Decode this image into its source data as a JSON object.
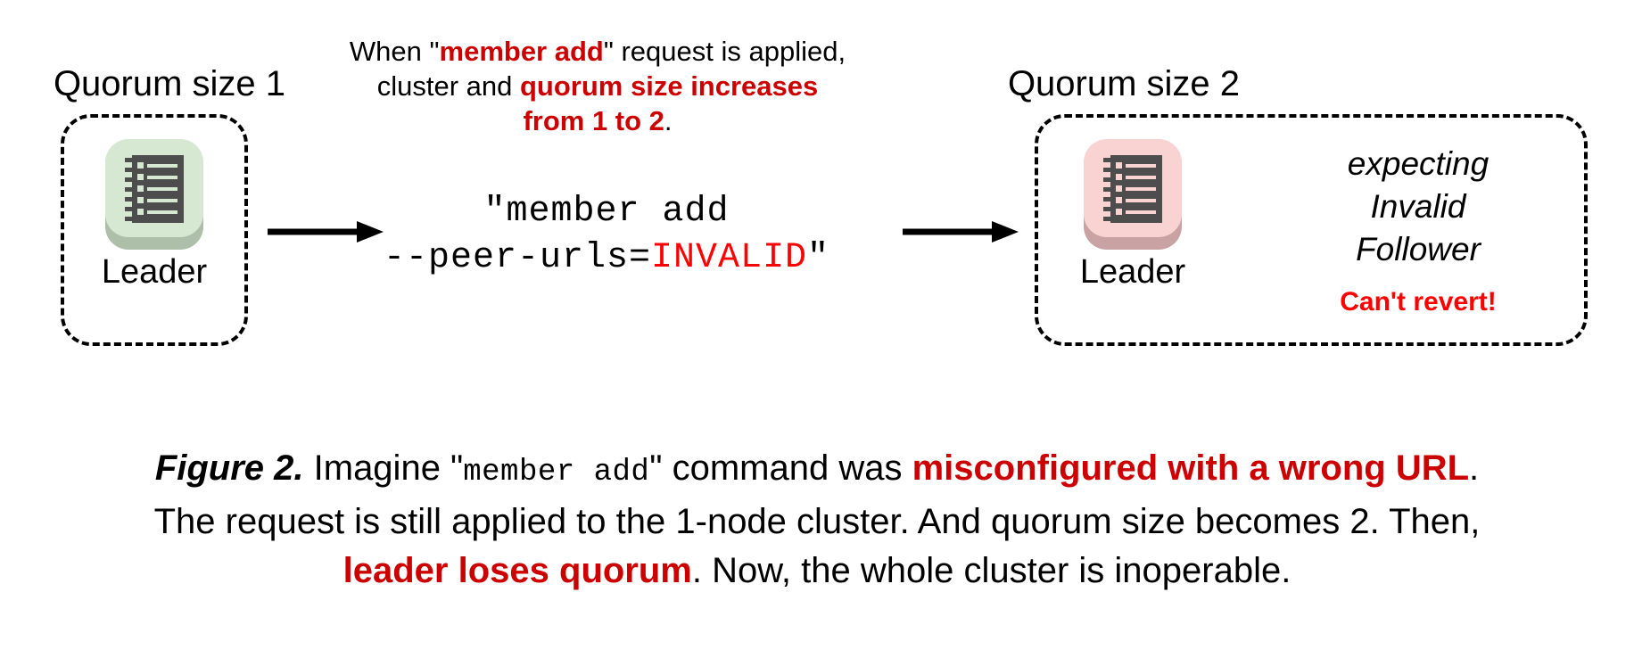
{
  "figure": {
    "background": "#ffffff",
    "accent_red": "#cc0000",
    "bright_red": "#ff0000"
  },
  "left_cluster": {
    "label": "Quorum size 1",
    "node_label": "Leader",
    "icon_name": "server-rack-icon",
    "tile_color": "#d6e8d2",
    "tile_shadow": "#adbfa9",
    "icon_color": "#4d4d4d"
  },
  "right_cluster": {
    "label": "Quorum size 2",
    "node_label": "Leader",
    "icon_name": "server-rack-icon",
    "tile_color": "#f9d2d2",
    "tile_shadow": "#c9a3a3",
    "icon_color": "#4d4d4d",
    "sidenote": {
      "line1": "expecting",
      "line2": "Invalid",
      "line3": "Follower",
      "warning": "Can't revert!"
    }
  },
  "annotation": {
    "line1_a": "When \"",
    "line1_hl": "member add",
    "line1_b": "\" request is applied,",
    "line2_a": "cluster and ",
    "line2_hl": "quorum size increases",
    "line3_hl": "from 1 to 2",
    "line3_b": "."
  },
  "command": {
    "line1": "\"member add",
    "line2_a": "--peer-urls=",
    "line2_invalid": "INVALID",
    "line2_b": "\""
  },
  "arrows": {
    "arrow1_name": "arrow-left-to-command",
    "arrow2_name": "arrow-command-to-right"
  },
  "caption": {
    "figure_label": "Figure 2.",
    "l1_a": " Imagine \"",
    "l1_mono": "member add",
    "l1_b": "\" command was ",
    "l1_hl": "misconfigured with a wrong URL",
    "l1_c": ".",
    "l2": "The request is still applied to the 1-node cluster. And quorum size becomes 2. Then,",
    "l3_hl": "leader loses quorum",
    "l3_b": ". Now, the whole cluster is inoperable."
  }
}
